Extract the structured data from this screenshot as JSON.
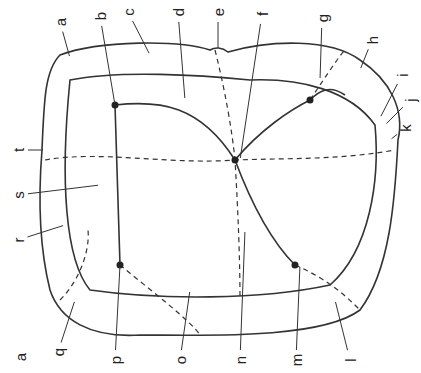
{
  "diagram": {
    "labels": [
      "a",
      "b",
      "c",
      "d",
      "e",
      "f",
      "g",
      "h",
      "i",
      "j",
      "k",
      "l",
      "m",
      "n",
      "o",
      "p",
      "q",
      "r",
      "s",
      "t",
      "a"
    ]
  }
}
